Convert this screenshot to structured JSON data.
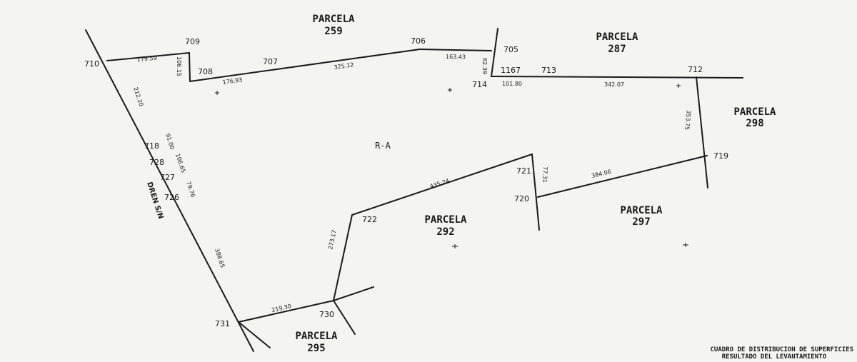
{
  "parcels": {
    "p259": {
      "title": "PARCELA",
      "number": "259"
    },
    "p287": {
      "title": "PARCELA",
      "number": "287"
    },
    "p298": {
      "title": "PARCELA",
      "number": "298"
    },
    "p292": {
      "title": "PARCELA",
      "number": "292"
    },
    "p297": {
      "title": "PARCELA",
      "number": "297"
    },
    "p295": {
      "title": "PARCELA",
      "number": "295"
    }
  },
  "area_label": "R-A",
  "canal_label": "DREN S/N",
  "vertices": {
    "v710": "710",
    "v709": "709",
    "v708": "708",
    "v707": "707",
    "v706": "706",
    "v705": "705",
    "v1167": "1167",
    "v713": "713",
    "v712": "712",
    "v714": "714",
    "v719": "719",
    "v721": "721",
    "v720": "720",
    "v722": "722",
    "v730": "730",
    "v731": "731",
    "v718": "718",
    "v728": "728",
    "v727": "727",
    "v726": "726"
  },
  "distances": {
    "d710_709": "179.59",
    "d709_708": "106.15",
    "d708_707": "176.93",
    "d707_706": "325.12",
    "d706_705": "163.43",
    "d705_714": "62.39",
    "d714_713": "101.80",
    "d713_712": "342.07",
    "d712_719": "353.75",
    "d719_720": "384.06",
    "d721_720": "77.31",
    "d721_722": "435.24",
    "d722_730": "273.17",
    "d730_731": "219.30",
    "d731_726": "388.65",
    "d710_718": "212.20",
    "d718_728": "91.00",
    "d728_727": "106.65",
    "d727_726": "79.76"
  },
  "footer": {
    "line1": "CUADRO DE DISTRIBUCION DE SUPERFICIES",
    "line2": "RESULTADO DEL LEVANTAMIENTO"
  }
}
